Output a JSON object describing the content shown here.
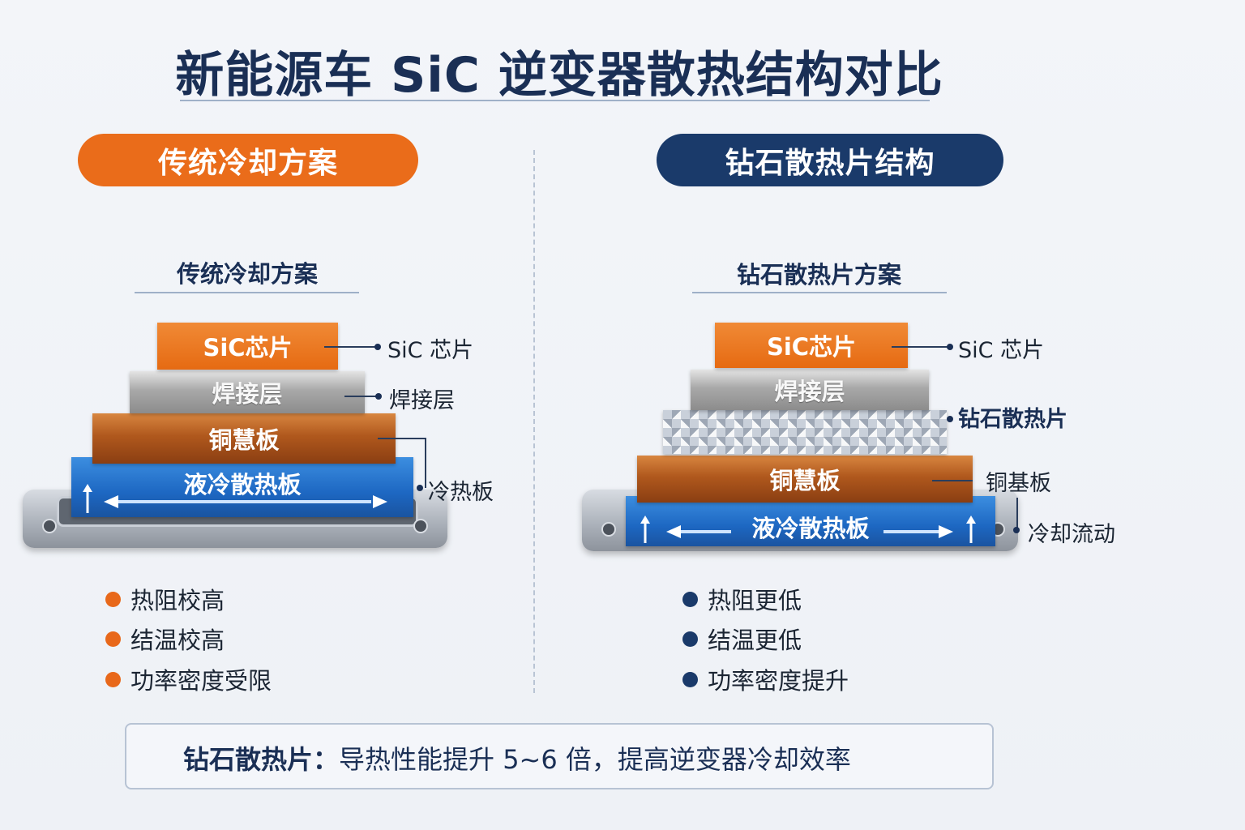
{
  "title": "新能源车 SiC 逆变器散热结构对比",
  "left": {
    "pill_label": "传统冷却方案",
    "subtitle": "传统冷却方案",
    "layers": {
      "chip": "SiC芯片",
      "solder": "焊接层",
      "copper": "铜慧板",
      "cold_plate": "液冷散热板"
    },
    "callouts": {
      "chip": "SiC 芯片",
      "solder": "焊接层",
      "cold_plate": "冷热板"
    },
    "bullets": [
      "热阻校高",
      "结温校高",
      "功率密度受限"
    ],
    "bullet_color": "#e8681a"
  },
  "right": {
    "pill_label": "钻石散热片结构",
    "subtitle": "钻石散热片方案",
    "layers": {
      "chip": "SiC芯片",
      "solder": "焊接层",
      "copper": "铜慧板",
      "cold_plate": "液冷散热板"
    },
    "callouts": {
      "chip": "SiC 芯片",
      "diamond": "钻石散热片",
      "copper": "铜基板",
      "flow": "冷却流动"
    },
    "bullets": [
      "热阻更低",
      "结温更低",
      "功率密度提升"
    ],
    "bullet_color": "#1a3a6a"
  },
  "summary": {
    "label": "钻石散热片：",
    "text": "导热性能提升 5~6 倍，提高逆变器冷却效率"
  },
  "colors": {
    "orange": "#ea6c1a",
    "navy": "#1a3a6a",
    "copper": "#b0581d",
    "cold_blue": "#1d67c2"
  }
}
